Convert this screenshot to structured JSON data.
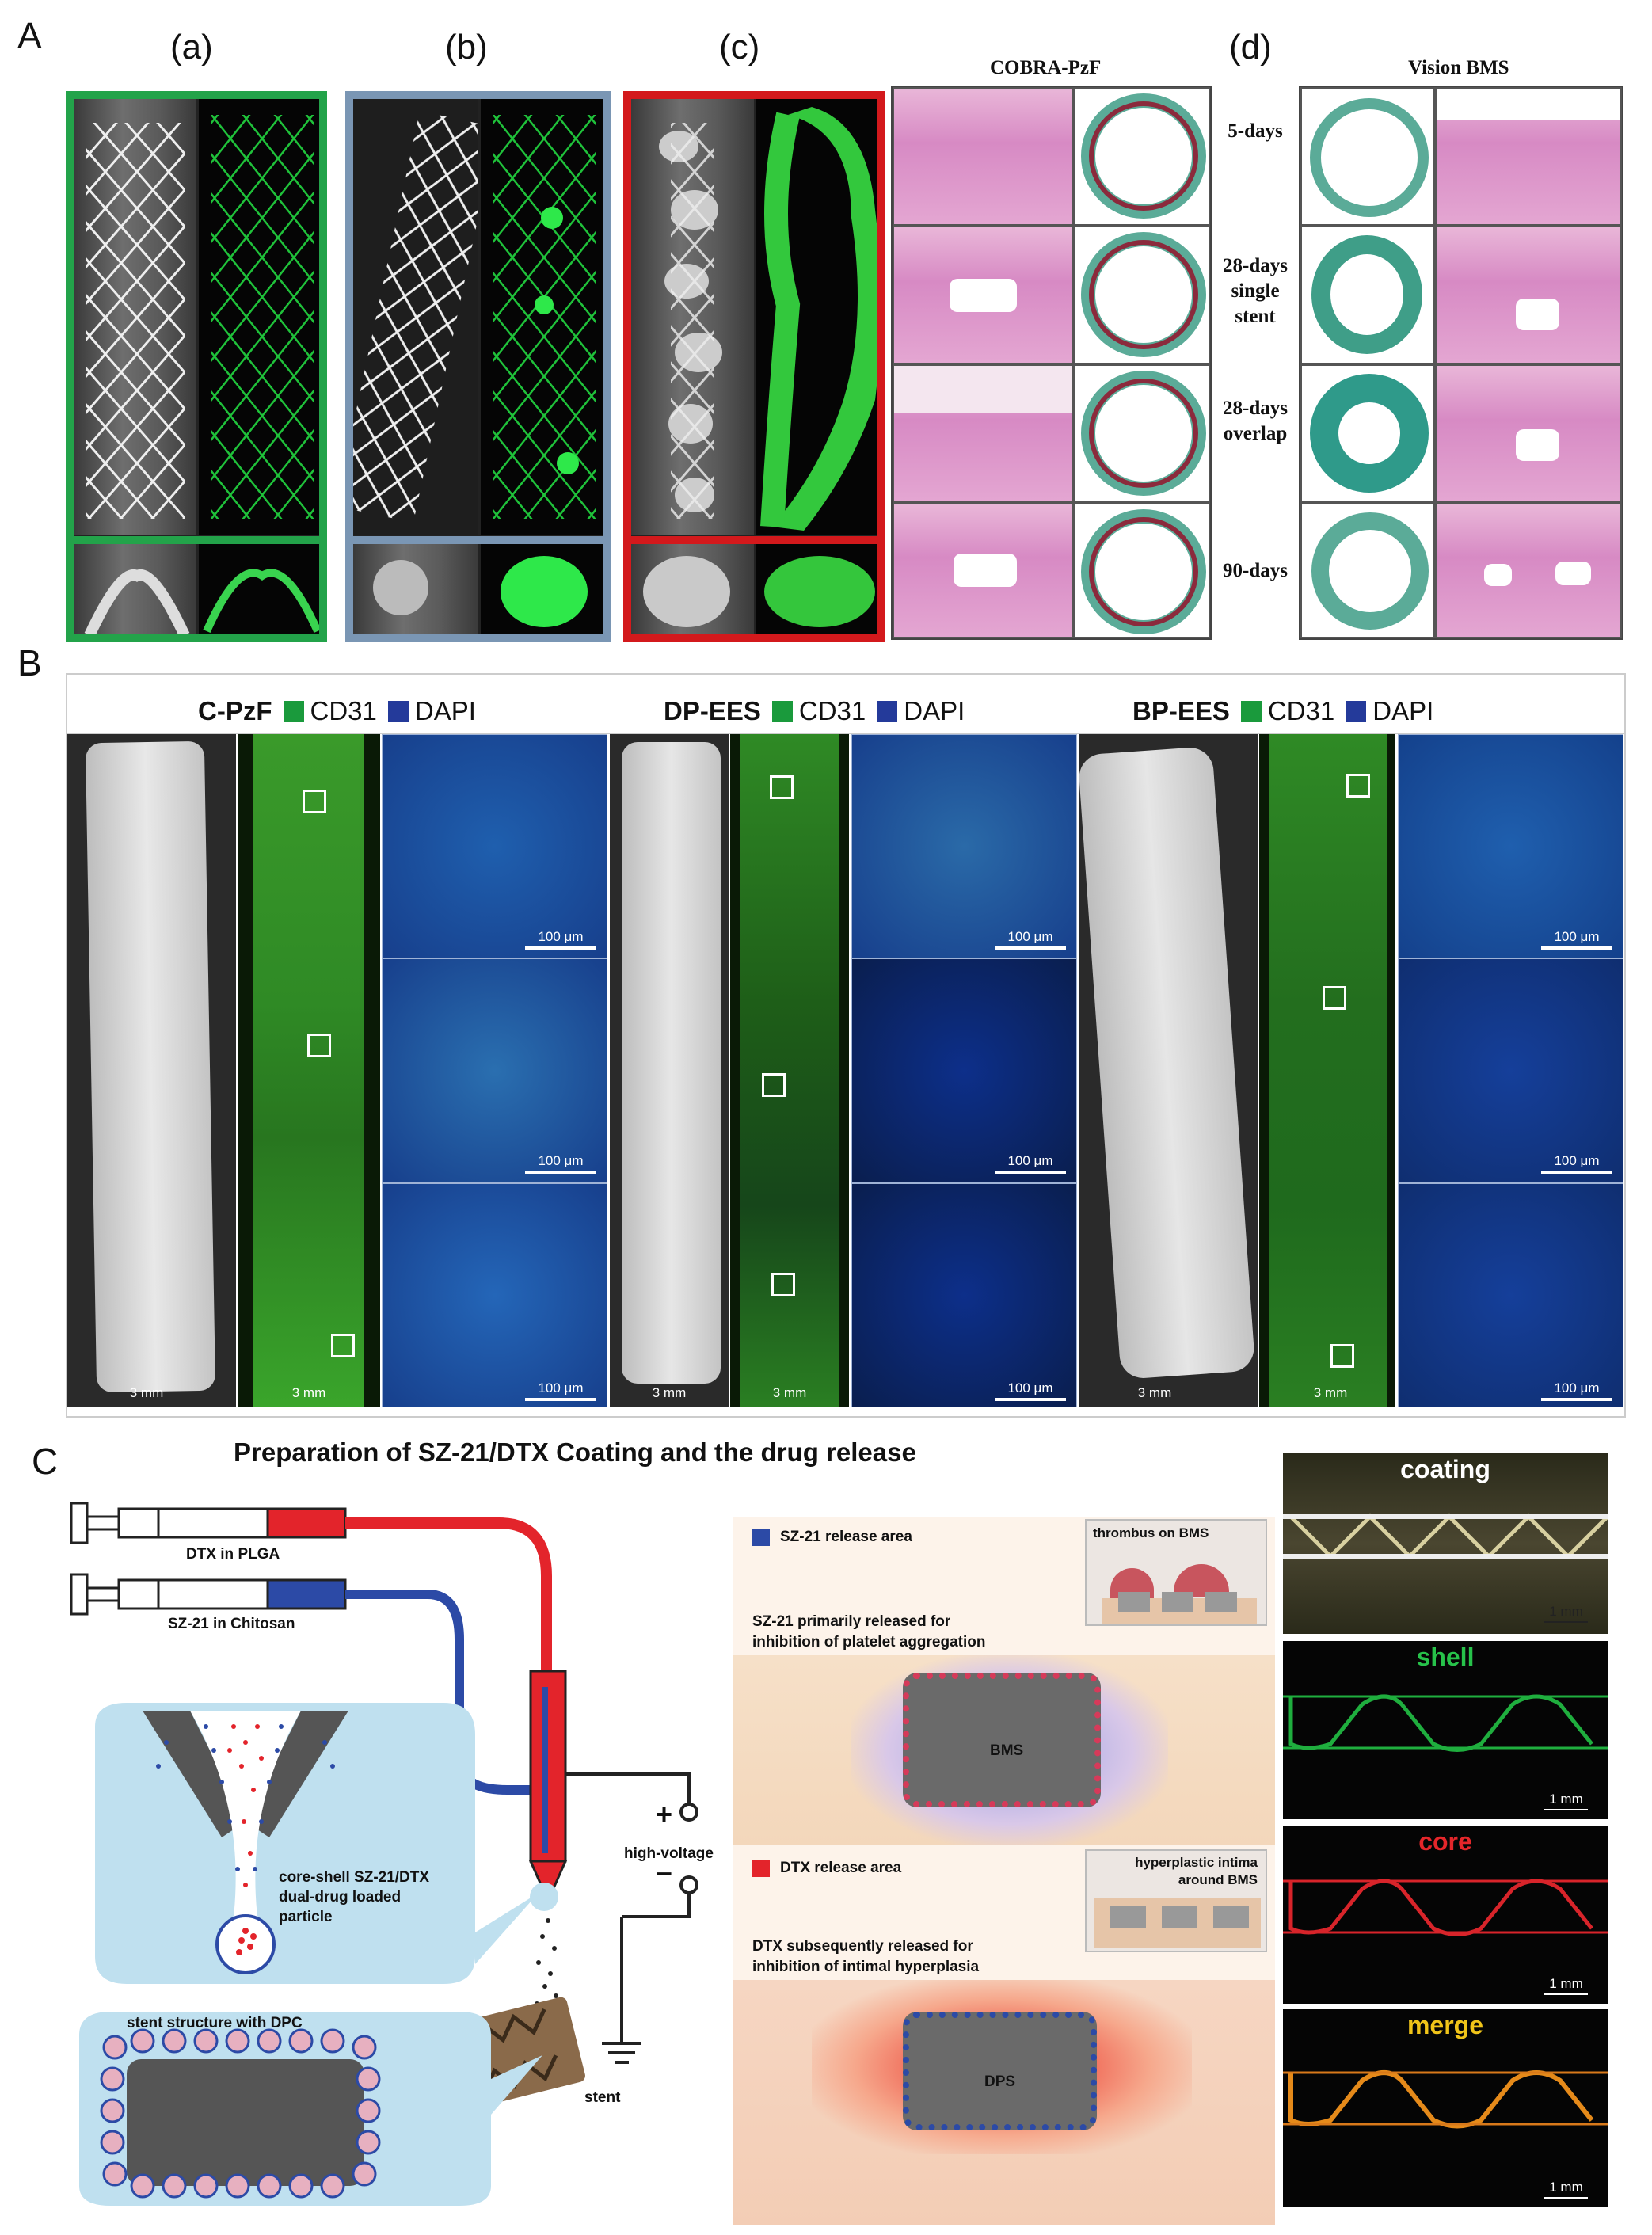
{
  "panel_letters": {
    "a": "A",
    "b": "B",
    "c": "C"
  },
  "panel_a": {
    "sublabels": [
      "(a)",
      "(b)",
      "(c)",
      "(d)"
    ],
    "cobra_title": "COBRA-PzF",
    "vision_title": "Vision BMS",
    "timepoints": [
      {
        "lines": [
          "5-days"
        ]
      },
      {
        "lines": [
          "28-days",
          "single",
          "stent"
        ]
      },
      {
        "lines": [
          "28-days",
          "overlap"
        ]
      },
      {
        "lines": [
          "90-days"
        ]
      }
    ]
  },
  "panel_b": {
    "groups": [
      {
        "name": "C-PzF",
        "cd31": "CD31",
        "dapi": "DAPI"
      },
      {
        "name": "DP-EES",
        "cd31": "CD31",
        "dapi": "DAPI"
      },
      {
        "name": "BP-EES",
        "cd31": "CD31",
        "dapi": "DAPI"
      }
    ],
    "scale_3mm": "3 mm",
    "scale_100um": "100 μm",
    "colors": {
      "cd31": "#1a9a3c",
      "dapi": "#243a9a"
    }
  },
  "panel_c": {
    "title": "Preparation of SZ-21/DTX Coating and the drug release",
    "syringe_dtx": "DTX in PLGA",
    "syringe_sz21": "SZ-21 in Chitosan",
    "particle_label": [
      "core-shell SZ-21/DTX",
      "dual-drug loaded",
      "particle"
    ],
    "stent_structure": "stent structure with DPC",
    "stent": "stent",
    "high_voltage": "high-voltage",
    "plus": "+",
    "minus": "−",
    "sz21_area": "SZ-21 release area",
    "thrombus": "thrombus on BMS",
    "sz21_text": [
      "SZ-21 primarily released for",
      "inhibition of platelet aggregation"
    ],
    "bms": "BMS",
    "dtx_area": "DTX release area",
    "hyperplastic": [
      "hyperplastic intima",
      "around BMS"
    ],
    "dtx_text": [
      "DTX subsequently  released for",
      "inhibition of  intimal hyperplasia"
    ],
    "dps": "DPS",
    "right_panels": [
      {
        "label": "coating",
        "color": "#ffffff",
        "scale": "1 mm"
      },
      {
        "label": "shell",
        "color": "#27c24a",
        "scale": "1 mm"
      },
      {
        "label": "core",
        "color": "#e5262a",
        "scale": "1 mm"
      },
      {
        "label": "merge",
        "color": "#f0c419",
        "scale": "1 mm"
      }
    ],
    "colors": {
      "red": "#e3242b",
      "blue": "#2c4aa6",
      "bubble": "#bfe0ef"
    }
  }
}
